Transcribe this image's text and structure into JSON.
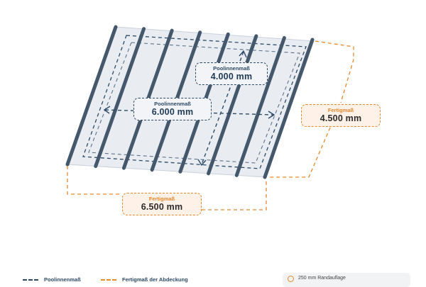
{
  "labels": {
    "inner_depth": {
      "title": "Poolinnenmaß",
      "value": "4.000 mm"
    },
    "inner_width": {
      "title": "Poolinnenmaß",
      "value": "6.000 mm"
    },
    "finish_depth": {
      "title": "Fertigmaß",
      "value": "4.500 mm"
    },
    "finish_width": {
      "title": "Fertigmaß",
      "value": "6.500 mm"
    }
  },
  "legend": {
    "inner": "Poolinnenmaß",
    "finish": "Fertigmaß der Abdeckung",
    "edge_support": "250 mm Randauflage"
  },
  "rails": {
    "count": 8
  },
  "colors": {
    "rail": "#44576b",
    "inner_dimension": "#2d4a66",
    "finish_dimension": "#e8892c",
    "panel": "#e9edf2"
  }
}
